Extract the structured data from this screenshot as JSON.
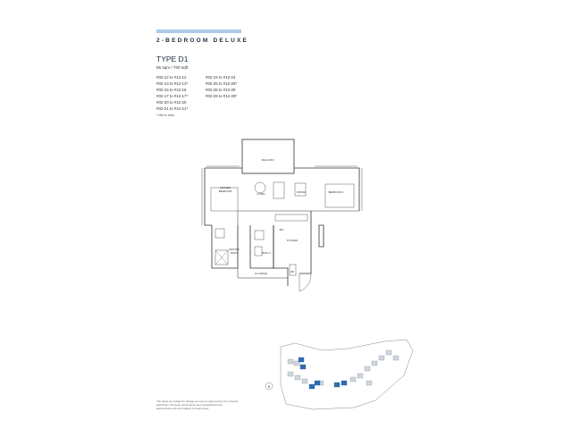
{
  "colors": {
    "accent": "#a9cbe8",
    "text": "#1c2a3a",
    "highlight": "#2f6fb5"
  },
  "header": {
    "category": "2-BEDROOM DELUXE",
    "type": "TYPE D1",
    "area": "65 sqm / 700 sqft"
  },
  "units": {
    "col1": [
      "#02-12 to #12-12",
      "#02-13 to #12-13*",
      "#02-16 to #12-16",
      "#02-17 to #12-17*",
      "#02-20 to #12-20",
      "#02-21 to #12-21*"
    ],
    "col2": [
      "#02-24 to #12-24",
      "#02-25 to #12-25*",
      "#02-28 to #12-28",
      "#02-29 to #12-29*"
    ]
  },
  "mirror_note": "* Mirror view",
  "floorplan": {
    "balcony": "BALCONY",
    "master_bedroom_line1": "MASTER",
    "master_bedroom_line2": "BEDROOM",
    "living": "LIVING",
    "dining": "DINING",
    "bedroom2": "BEDROOM 2",
    "bio": "BIO",
    "kitchen": "KITCHEN",
    "master_bath_line1": "MASTER",
    "master_bath_line2": "BATH",
    "bath2": "BATH 2",
    "db": "DB",
    "ac_ledge": "AC LEDGE"
  },
  "keyplan": {
    "north_label": "N"
  },
  "disclaimer": [
    "The plans are subject to change as may be approved by the relevant",
    "authorities. All areas, dimensions and specifications are",
    "approximate only and subject to final survey."
  ]
}
